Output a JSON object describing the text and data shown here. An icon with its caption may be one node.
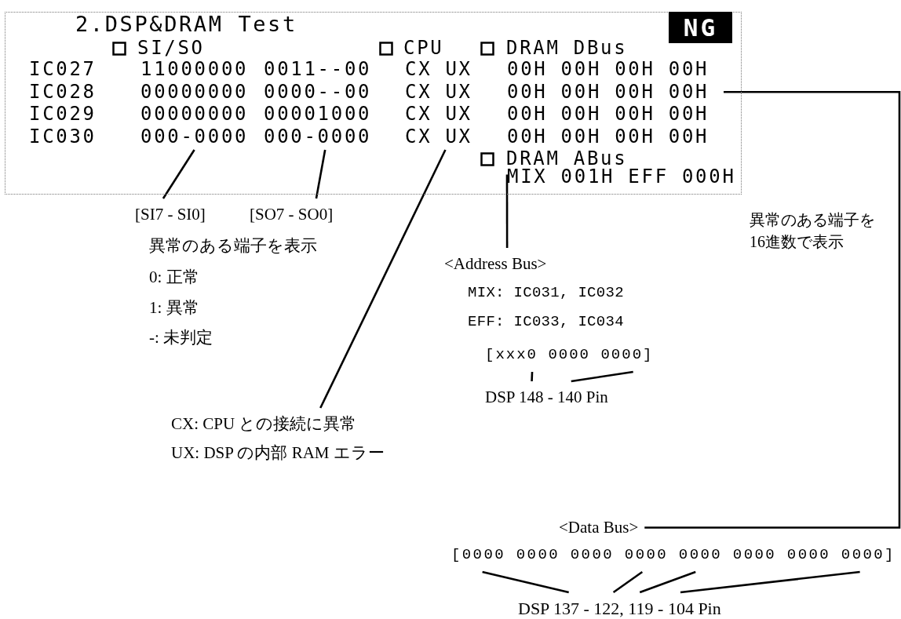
{
  "diagram": {
    "nodes": [
      {
        "text": [
          "2.DSP&DRAM Test"
        ]
      },
      {
        "text": [
          "NG"
        ],
        "in": 0
      },
      {
        "text": [
          "IC027",
          "IC028",
          "IC029",
          "IC030"
        ],
        "in": 0
      },
      {
        "text": [
          "11000000",
          "00000000",
          "00000000",
          "000-0000"
        ],
        "in": 0
      },
      {
        "text": [
          "0011--00",
          "0000--00",
          "00001000",
          "000-0000"
        ],
        "in": 0
      },
      {
        "text": [
          "CX UX",
          "CX UX",
          "CX UX",
          "CX UX"
        ],
        "in": 0
      },
      {
        "text": [
          "00H 00H 00H 00H",
          "00H 00H 00H 00H",
          "00H 00H 00H 00H",
          "00H 00H 00H 00H"
        ],
        "in": 0
      },
      {
        "text": [
          "MIX 001H EFF 000H"
        ],
        "in": 0
      },
      {
        "text": [
          "[SI7 - SI0]"
        ]
      },
      {
        "text": [
          "[SO7 - SO0]"
        ]
      },
      {
        "text": [
          "CX: CPU との接続に異常",
          "UX: DSP の内部 RAM エラー"
        ]
      },
      {
        "text": [
          "<Address Bus>",
          "MIX: IC031, IC032",
          "EFF: IC033, IC034"
        ]
      },
      {
        "text": [
          "[xxx0 0000 0000]"
        ]
      },
      {
        "text": [
          "DSP 148 - 140 Pin"
        ]
      },
      {
        "text": [
          "<Data Bus>"
        ]
      },
      {
        "text": [
          "[0000 0000 0000 0000 0000 0000 0000 0000]"
        ]
      },
      {
        "text": [
          "DSP 137 - 122, 119 - 104 Pin"
        ]
      }
    ],
    "edges": [
      {
        "from": 3,
        "to": 8,
        "arrow": "none"
      },
      {
        "from": 4,
        "to": 9,
        "arrow": "none"
      },
      {
        "from": 5,
        "to": 10,
        "arrow": "none"
      },
      {
        "from": 7,
        "to": 11,
        "arrow": "none"
      },
      {
        "from": 12,
        "to": 13,
        "arrow": "none"
      },
      {
        "from": 12,
        "to": 13,
        "arrow": "none"
      },
      {
        "from": 6,
        "to": 14,
        "arrow": "none"
      },
      {
        "from": 15,
        "to": 16,
        "arrow": "none"
      },
      {
        "from": 15,
        "to": 16,
        "arrow": "none"
      },
      {
        "from": 15,
        "to": 16,
        "arrow": "none"
      },
      {
        "from": 15,
        "to": 16,
        "arrow": "none"
      }
    ],
    "labels": [
      "SI/SO",
      "CPU",
      "DRAM DBus",
      "DRAM ABus",
      "異常のある端子を表示",
      "0: 正常",
      "1: 異常",
      "-: 未判定",
      "異常のある端子を16進数で表示"
    ]
  }
}
